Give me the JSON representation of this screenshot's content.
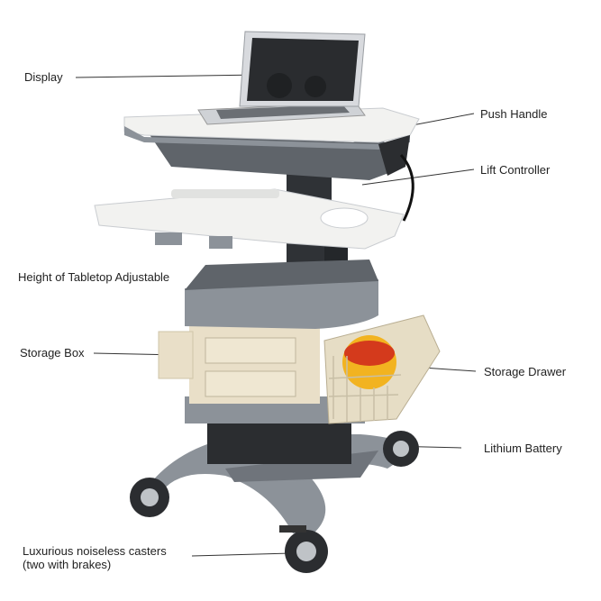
{
  "labels": {
    "display": "Display",
    "push_handle": "Push Handle",
    "lift_controller": "Lift Controller",
    "height_adjustable": "Height of Tabletop Adjustable",
    "storage_box": "Storage Box",
    "storage_drawer": "Storage Drawer",
    "lithium_battery": "Lithium Battery",
    "casters_line1": "Luxurious noiseless casters",
    "casters_line2": "(two with brakes)"
  },
  "colors": {
    "body_gray": "#8c9299",
    "light_gray": "#c9ccd0",
    "white_panel": "#f2f2f0",
    "cream": "#e9dfc8",
    "dark": "#2b2d30",
    "red": "#d43a1c",
    "yellow": "#f2b320",
    "basket": "#e6ddc5"
  }
}
